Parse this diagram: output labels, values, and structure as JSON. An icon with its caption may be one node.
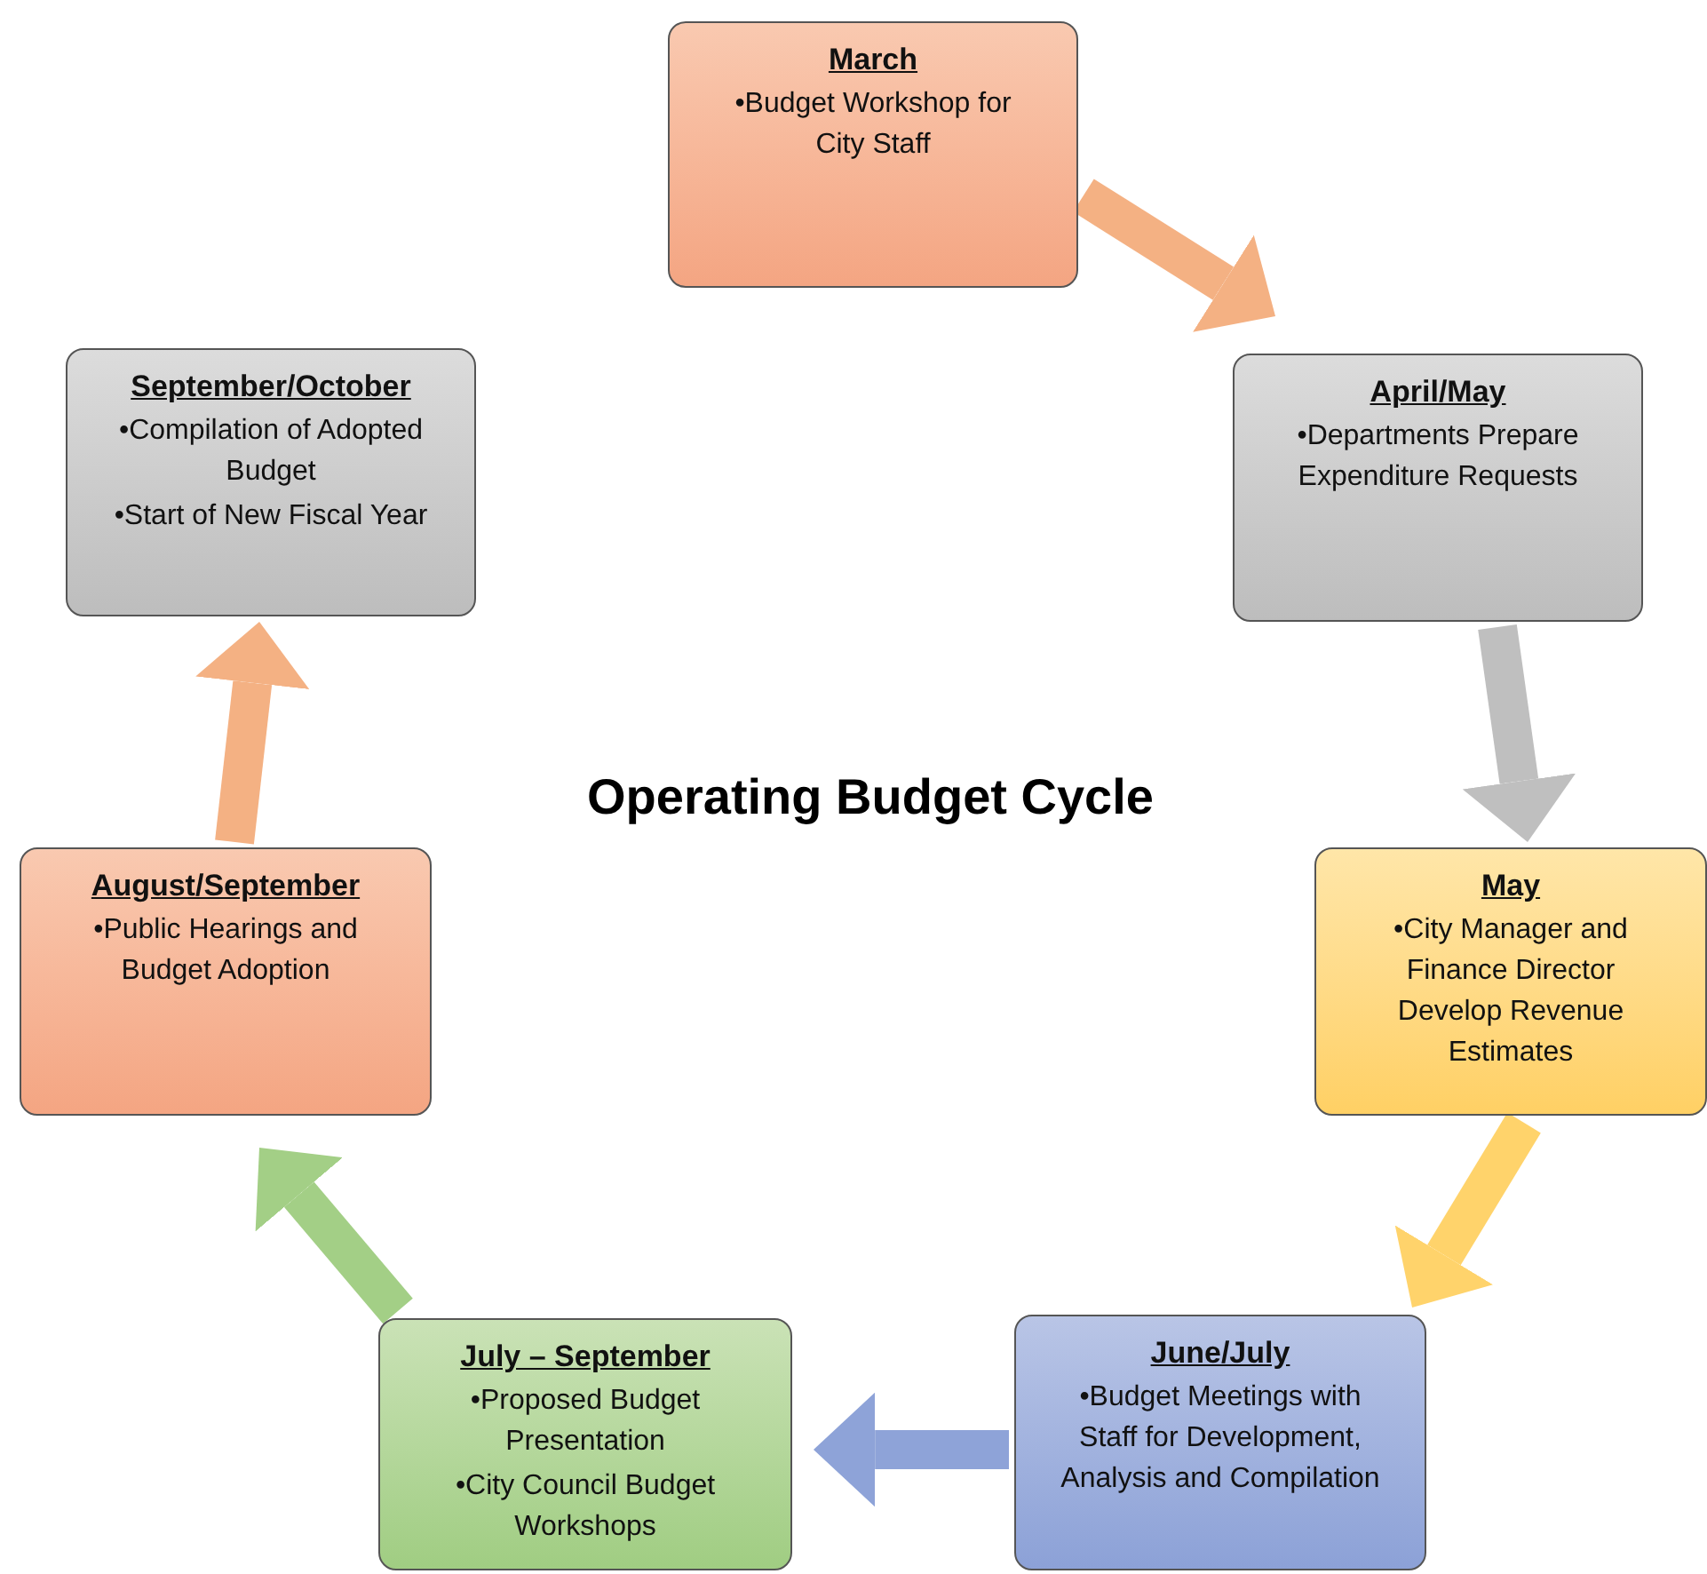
{
  "diagram": {
    "title": "Operating Budget Cycle",
    "nodes": [
      {
        "text": [
          "March",
          "•Budget Workshop for City Staff"
        ]
      },
      {
        "text": [
          "April/May",
          "•Departments Prepare Expenditure Requests"
        ]
      },
      {
        "text": [
          "May",
          "•City Manager and Finance Director Develop Revenue Estimates"
        ]
      },
      {
        "text": [
          "June/July",
          "•Budget Meetings with Staff for Development, Analysis and Compilation"
        ]
      },
      {
        "text": [
          "July – September",
          "•Proposed Budget Presentation",
          "•City Council Budget Workshops"
        ]
      },
      {
        "text": [
          "August/September",
          "•Public Hearings and Budget Adoption"
        ]
      },
      {
        "text": [
          "September/October",
          "•Compilation of Adopted Budget",
          "•Start of New Fiscal Year"
        ]
      }
    ],
    "edges": [
      {
        "from": 0,
        "to": 1,
        "arrow": "to",
        "color": "#f4b183"
      },
      {
        "from": 1,
        "to": 2,
        "arrow": "to",
        "color": "#bfbfbf"
      },
      {
        "from": 2,
        "to": 3,
        "arrow": "to",
        "color": "#ffd36b"
      },
      {
        "from": 3,
        "to": 4,
        "arrow": "to",
        "color": "#8ea3d8"
      },
      {
        "from": 4,
        "to": 5,
        "arrow": "to",
        "color": "#a3cf86"
      },
      {
        "from": 5,
        "to": 6,
        "arrow": "to",
        "color": "#f4b183"
      }
    ]
  }
}
